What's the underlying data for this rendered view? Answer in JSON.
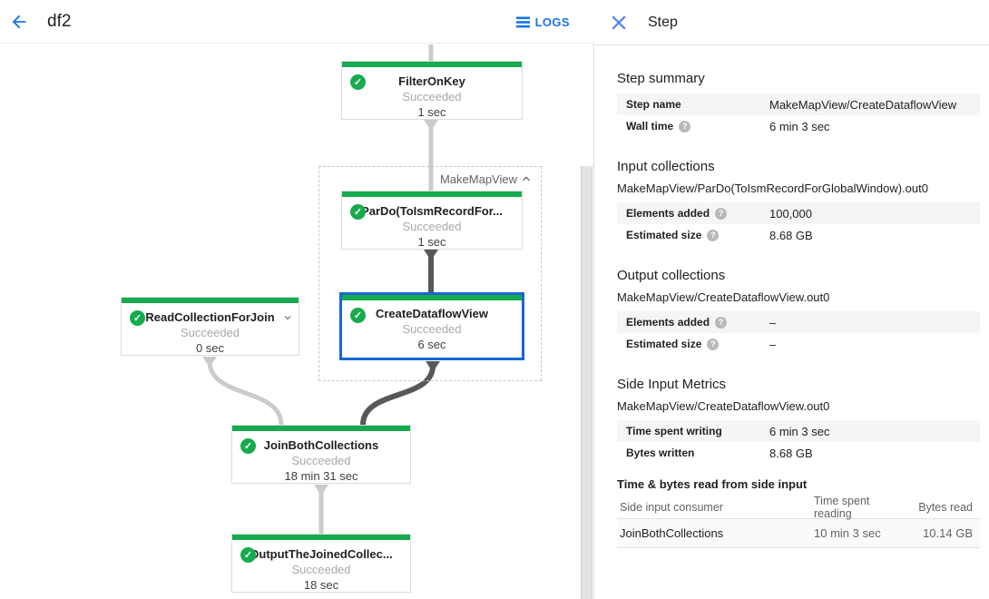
{
  "colors": {
    "success_green": "#16ab4e",
    "accent_blue": "#1a73e8",
    "selected_border_blue": "#1a66d2"
  },
  "header": {
    "title": "df2",
    "logs_label": "LOGS"
  },
  "graph": {
    "check_glyph": "✓",
    "group": {
      "label": "MakeMapView"
    },
    "nodes": [
      {
        "title": "FilterOnKey",
        "status": "Succeeded",
        "duration": "1 sec"
      },
      {
        "title": "ParDo(ToIsmRecordFor...",
        "status": "Succeeded",
        "duration": "1 sec"
      },
      {
        "title": "CreateDataflowView",
        "status": "Succeeded",
        "duration": "6 sec"
      },
      {
        "title": "ReadCollectionForJoin",
        "status": "Succeeded",
        "duration": "0 sec"
      },
      {
        "title": "JoinBothCollections",
        "status": "Succeeded",
        "duration": "18 min 31 sec"
      },
      {
        "title": "OutputTheJoinedCollec...",
        "status": "Succeeded",
        "duration": "18 sec"
      }
    ]
  },
  "panel": {
    "title": "Step",
    "help_glyph": "?",
    "step_summary": {
      "heading": "Step summary",
      "rows": [
        {
          "label": "Step name",
          "value": "MakeMapView/CreateDataflowView"
        },
        {
          "label": "Wall time",
          "value": "6 min 3 sec"
        }
      ]
    },
    "input_collections": {
      "heading": "Input collections",
      "subtitle": "MakeMapView/ParDo(ToIsmRecordForGlobalWindow).out0",
      "rows": [
        {
          "label": "Elements added",
          "value": "100,000"
        },
        {
          "label": "Estimated size",
          "value": "8.68 GB"
        }
      ]
    },
    "output_collections": {
      "heading": "Output collections",
      "subtitle": "MakeMapView/CreateDataflowView.out0",
      "rows": [
        {
          "label": "Elements added",
          "value": "–"
        },
        {
          "label": "Estimated size",
          "value": "–"
        }
      ]
    },
    "side_input_metrics": {
      "heading": "Side Input Metrics",
      "subtitle": "MakeMapView/CreateDataflowView.out0",
      "rows": [
        {
          "label": "Time spent writing",
          "value": "6 min 3 sec"
        },
        {
          "label": "Bytes written",
          "value": "8.68 GB"
        }
      ]
    },
    "side_input_table": {
      "heading": "Time & bytes read from side input",
      "columns": [
        "Side input consumer",
        "Time spent reading",
        "Bytes read"
      ],
      "rows": [
        [
          "JoinBothCollections",
          "10 min 3 sec",
          "10.14 GB"
        ]
      ]
    }
  }
}
